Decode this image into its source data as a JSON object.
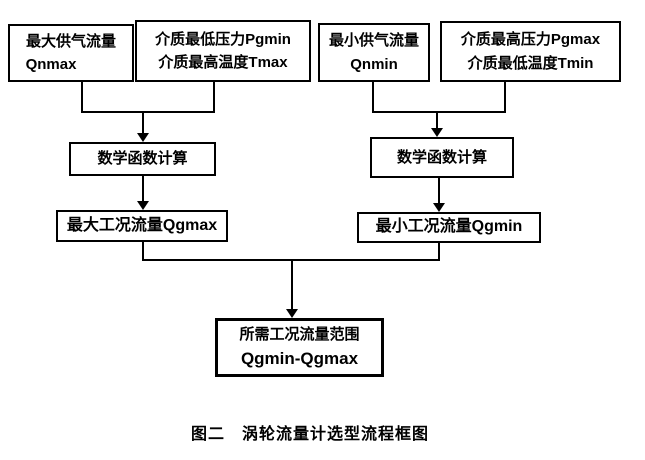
{
  "diagram": {
    "caption": "图二　涡轮流量计选型流程框图",
    "nodes": {
      "qnmax": {
        "line1": "最大供气流量",
        "line2": "Qnmax"
      },
      "pgmin_tmax": {
        "line1": "介质最低压力Pgmin",
        "line2": "介质最高温度Tmax"
      },
      "qnmin": {
        "line1": "最小供气流量",
        "line2": "Qnmin"
      },
      "pgmax_tmin": {
        "line1": "介质最高压力Pgmax",
        "line2": "介质最低温度Tmin"
      },
      "calc_left": {
        "label": "数学函数计算"
      },
      "calc_right": {
        "label": "数学函数计算"
      },
      "qgmax": {
        "label": "最大工况流量Qgmax"
      },
      "qgmin": {
        "label": "最小工况流量Qgmin"
      },
      "result": {
        "line1": "所需工况流量范围",
        "line2": "Qgmin-Qgmax"
      }
    },
    "colors": {
      "line": "#000000",
      "text": "#000000",
      "background": "#ffffff"
    }
  }
}
